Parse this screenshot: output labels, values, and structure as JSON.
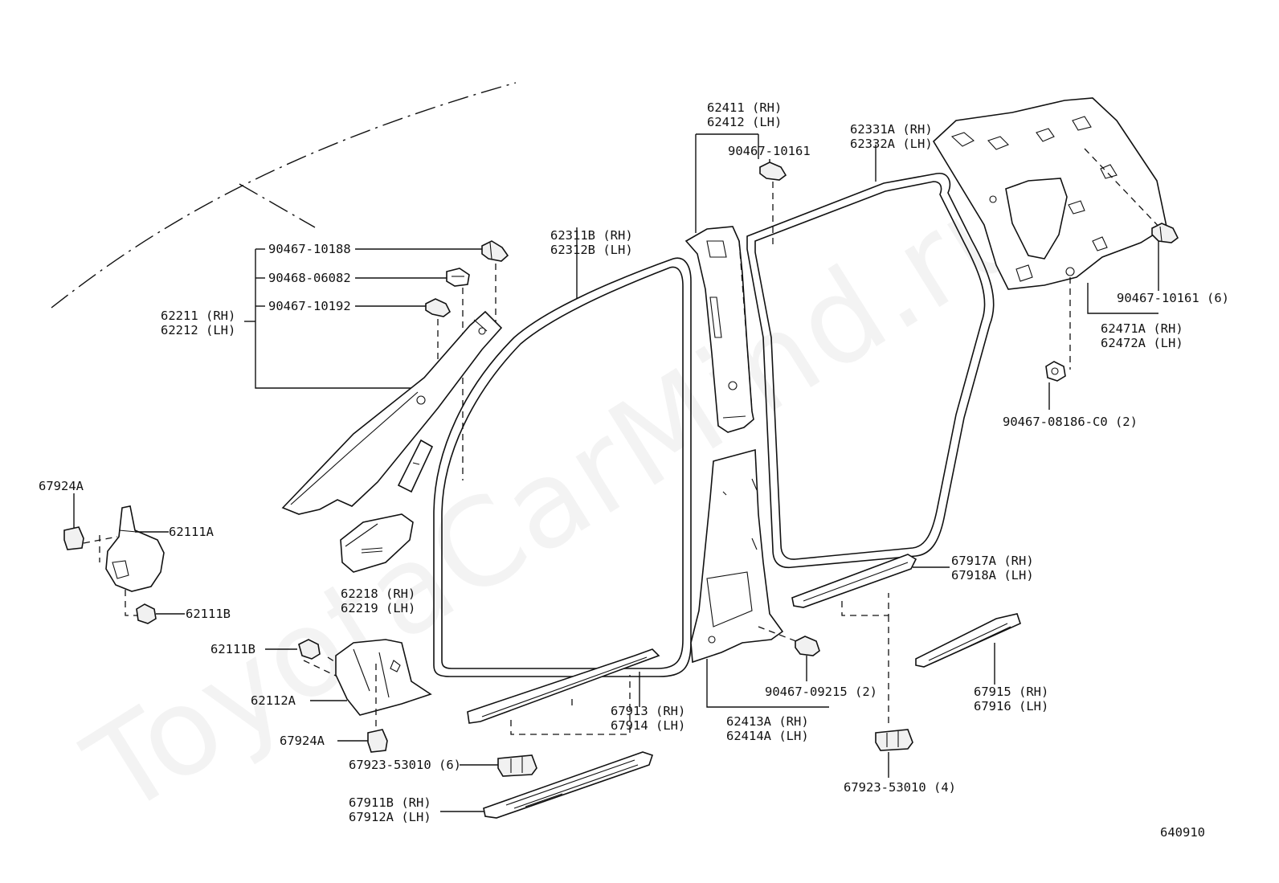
{
  "watermark": "ToyotaCarMind.ru",
  "drawing_number": "640910",
  "labels": {
    "c62211_rh": "62211 (RH)",
    "c62212_lh": "62212 (LH)",
    "c90467_10188": "90467-10188",
    "c90468_06082": "90468-06082",
    "c90467_10192": "90467-10192",
    "c62311b_rh": "62311B (RH)",
    "c62312b_lh": "62312B (LH)",
    "c62411_rh": "62411 (RH)",
    "c62412_lh": "62412 (LH)",
    "c90467_10161": "90467-10161",
    "c62331a_rh": "62331A (RH)",
    "c62332a_lh": "62332A (LH)",
    "c90467_10161_6": "90467-10161 (6)",
    "c62471a_rh": "62471A (RH)",
    "c62472a_lh": "62472A (LH)",
    "c90467_08186": "90467-08186-C0 (2)",
    "c67924a_top": "67924A",
    "c62111a": "62111A",
    "c62111b_right": "62111B",
    "c62111b_left": "62111B",
    "c62218_rh": "62218 (RH)",
    "c62219_lh": "62219 (LH)",
    "c62112a": "62112A",
    "c67924a_bottom": "67924A",
    "c67913_rh": "67913 (RH)",
    "c67914_lh": "67914 (LH)",
    "c67923_53010_6": "67923-53010 (6)",
    "c67911b_rh": "67911B (RH)",
    "c67912a_lh": "67912A (LH)",
    "c90467_09215": "90467-09215 (2)",
    "c62413a_rh": "62413A (RH)",
    "c62414a_lh": "62414A (LH)",
    "c67917a_rh": "67917A (RH)",
    "c67918a_lh": "67918A (LH)",
    "c67915_rh": "67915 (RH)",
    "c67916_lh": "67916 (LH)",
    "c67923_53010_4": "67923-53010 (4)"
  }
}
